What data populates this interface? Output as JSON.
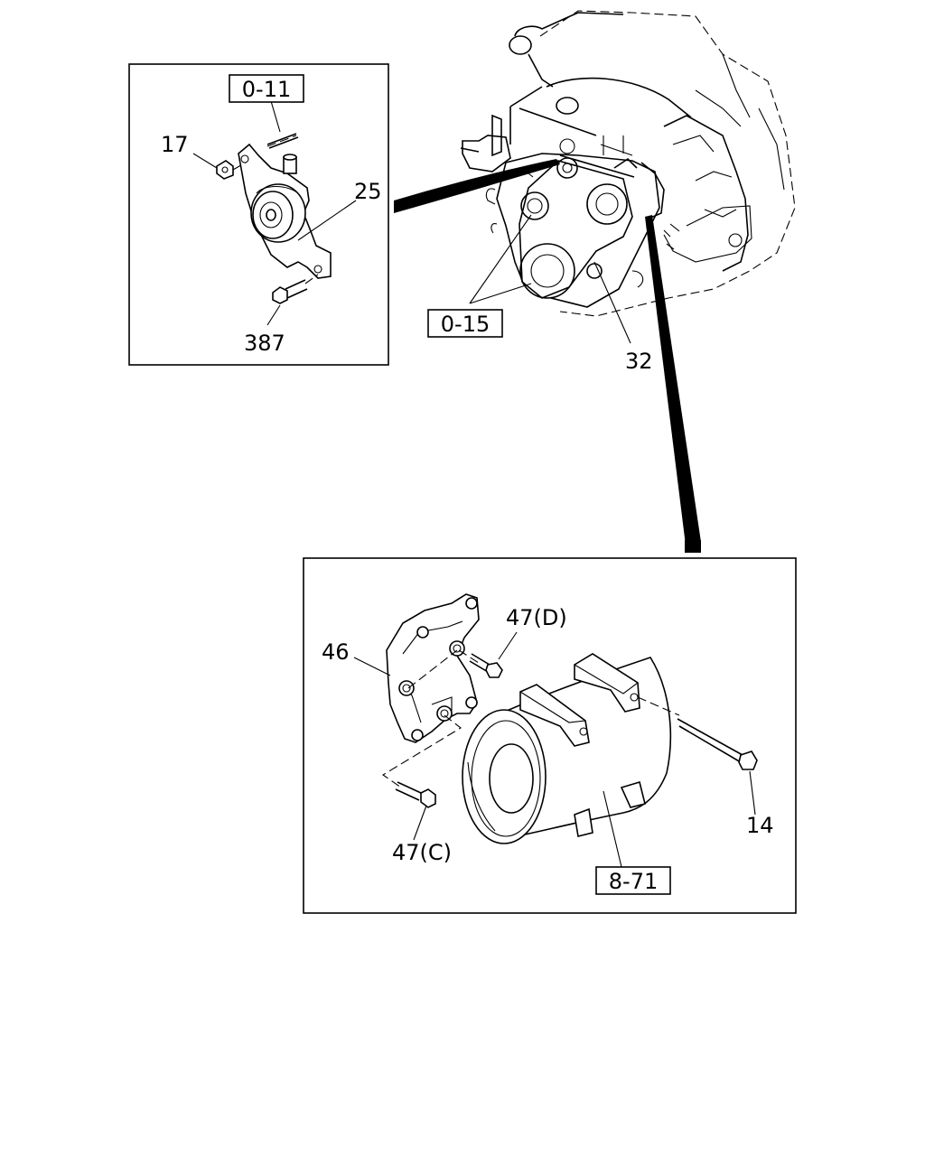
{
  "labels": {
    "ref_0_11": "0-11",
    "ref_0_15": "0-15",
    "ref_8_71": "8-71",
    "part_17": "17",
    "part_25": "25",
    "part_387": "387",
    "part_32": "32",
    "part_46": "46",
    "part_47d": "47(D)",
    "part_47c": "47(C)",
    "part_14": "14"
  }
}
